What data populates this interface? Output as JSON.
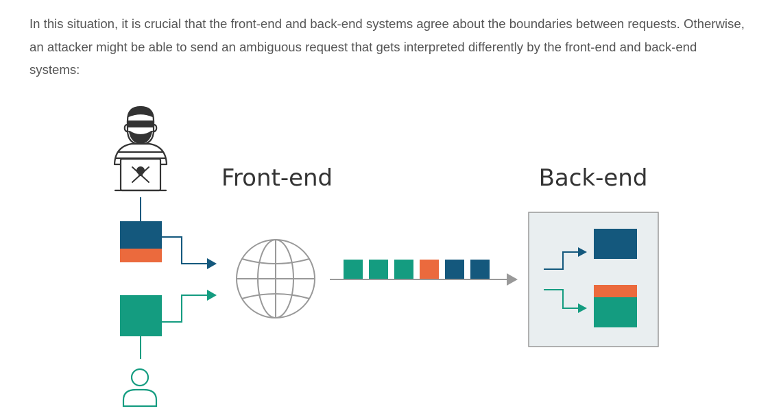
{
  "intro": {
    "text": "In this situation, it is crucial that the front-end and back-end systems agree about the boundaries between requests. Otherwise, an attacker might be able to send an ambiguous request that gets interpreted differently by the front-end and back-end systems:"
  },
  "diagram": {
    "frontend_label": "Front-end",
    "backend_label": "Back-end",
    "colors": {
      "navy": "#14587D",
      "orange": "#EB6A3D",
      "teal": "#149C80",
      "gray": "#999999",
      "dark": "#333333",
      "backend_fill": "#E9EEF0"
    },
    "queue_sequence": [
      "teal",
      "teal",
      "teal",
      "orange",
      "navy",
      "navy"
    ]
  }
}
